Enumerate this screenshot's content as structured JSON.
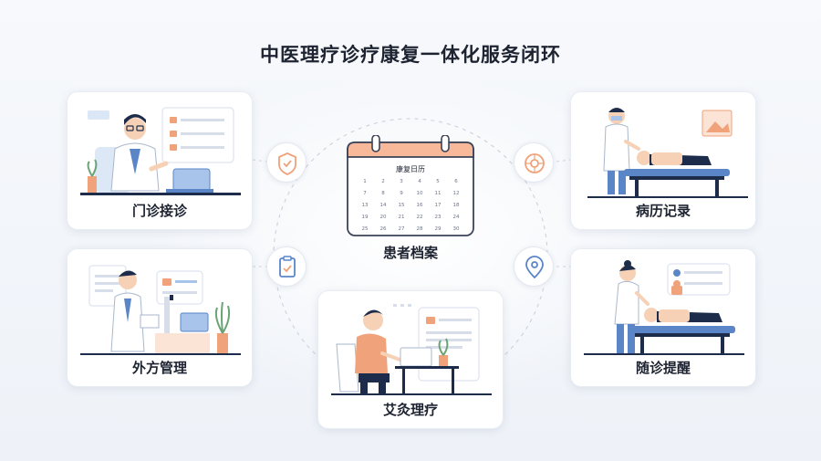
{
  "title": "中医理疗诊疗康复一体化服务闭环",
  "center": {
    "label": "患者档案",
    "calendar_title": "康复日历",
    "calendar_rows": [
      [
        "1",
        "2",
        "3",
        "4",
        "5",
        "6"
      ],
      [
        "7",
        "8",
        "9",
        "10",
        "11",
        "12"
      ],
      [
        "13",
        "14",
        "15",
        "16",
        "17",
        "18"
      ],
      [
        "19",
        "20",
        "21",
        "22",
        "23",
        "24"
      ],
      [
        "25",
        "26",
        "27",
        "28",
        "29",
        "30"
      ]
    ]
  },
  "cards": {
    "outpatient": "门诊接诊",
    "records": "病历记录",
    "prescription": "外方管理",
    "followup": "随诊提醒",
    "moxibustion": "艾灸理疗"
  },
  "colors": {
    "accent": "#f0a27a",
    "accent_light": "#fbe3d6",
    "blue": "#5a86c8",
    "dark": "#1d2c4a"
  },
  "icons": [
    "shield-icon",
    "clipboard-check-icon",
    "camera-lens-icon",
    "location-pin-icon"
  ]
}
